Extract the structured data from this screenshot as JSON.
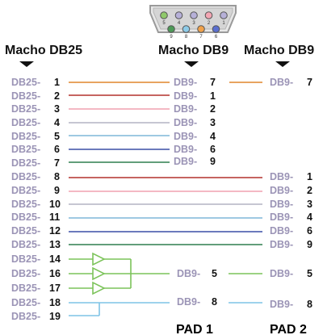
{
  "headers": {
    "db25": "Macho DB25",
    "db9_mid": "Macho DB9",
    "db9_right": "Macho DB9"
  },
  "connector": {
    "top_pins": [
      {
        "num": "5",
        "color": "#8fc96a"
      },
      {
        "num": "4",
        "color": "#b6b0d8"
      },
      {
        "num": "3",
        "color": "#b6b0d8"
      },
      {
        "num": "2",
        "color": "#f3a6b3"
      },
      {
        "num": "1",
        "color": "#b6b0d8"
      }
    ],
    "bottom_pins": [
      {
        "num": "9",
        "color": "#4c9a57"
      },
      {
        "num": "8",
        "color": "#8dcbe8"
      },
      {
        "num": "7",
        "color": "#f0a14a"
      },
      {
        "num": "6",
        "color": "#5b6fd0"
      }
    ]
  },
  "prefix_db25": "DB25-",
  "prefix_db9": "DB9-",
  "left_pins": [
    "1",
    "2",
    "3",
    "4",
    "5",
    "6",
    "7",
    "8",
    "9",
    "10",
    "11",
    "12",
    "13",
    "14",
    "16",
    "17",
    "18",
    "19"
  ],
  "mid_pins": [
    "7",
    "1",
    "2",
    "3",
    "4",
    "6",
    "9",
    "5",
    "8"
  ],
  "right_pins": [
    "7",
    "1",
    "2",
    "3",
    "4",
    "6",
    "9",
    "5",
    "8"
  ],
  "pads": {
    "pad1": "PAD 1",
    "pad2": "PAD 2"
  }
}
